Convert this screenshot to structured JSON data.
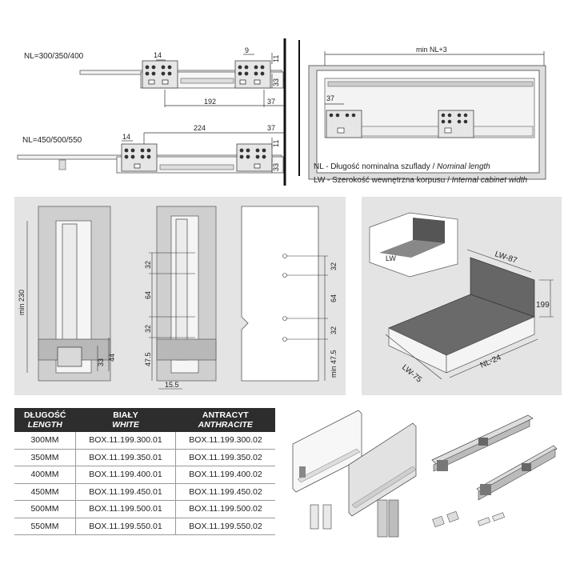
{
  "slides_top": {
    "nl_small": "NL=300/350/400",
    "nl_large": "NL=450/500/550",
    "dims_small": [
      "14",
      "9",
      "11",
      "33",
      "192",
      "37"
    ],
    "dims_large": [
      "224",
      "37",
      "14",
      "11",
      "33"
    ]
  },
  "cabinet": {
    "min_label": "min NL+3",
    "dim_37": "37"
  },
  "legend": {
    "nl_key": "NL - Długość nominalna szuflady / ",
    "nl_en": "Nominal length",
    "lw_key": "LW - Szerokość wewnętrzna korpusu / ",
    "lw_en": "Internal cabinet width"
  },
  "section": {
    "min230": "min 230",
    "d33": "33",
    "d44": "44",
    "d32a": "32",
    "d64": "64",
    "d32b": "32",
    "d475": "47.5",
    "d155": "15.5",
    "f32a": "32",
    "f64": "64",
    "f32b": "32",
    "fmin475": "min 47.5"
  },
  "iso": {
    "lw": "LW",
    "lw87": "LW-87",
    "h199": "199",
    "lw75": "LW-75",
    "nl24": "NL-24"
  },
  "table": {
    "headers": [
      {
        "main": "DŁUGOŚĆ",
        "sub": "LENGTH"
      },
      {
        "main": "BIAŁY",
        "sub": "WHITE"
      },
      {
        "main": "ANTRACYT",
        "sub": "ANTHRACITE"
      }
    ],
    "rows": [
      [
        "300MM",
        "BOX.11.199.300.01",
        "BOX.11.199.300.02"
      ],
      [
        "350MM",
        "BOX.11.199.350.01",
        "BOX.11.199.350.02"
      ],
      [
        "400MM",
        "BOX.11.199.400.01",
        "BOX.11.199.400.02"
      ],
      [
        "450MM",
        "BOX.11.199.450.01",
        "BOX.11.199.450.02"
      ],
      [
        "500MM",
        "BOX.11.199.500.01",
        "BOX.11.199.500.02"
      ],
      [
        "550MM",
        "BOX.11.199.550.01",
        "BOX.11.199.550.02"
      ]
    ]
  }
}
